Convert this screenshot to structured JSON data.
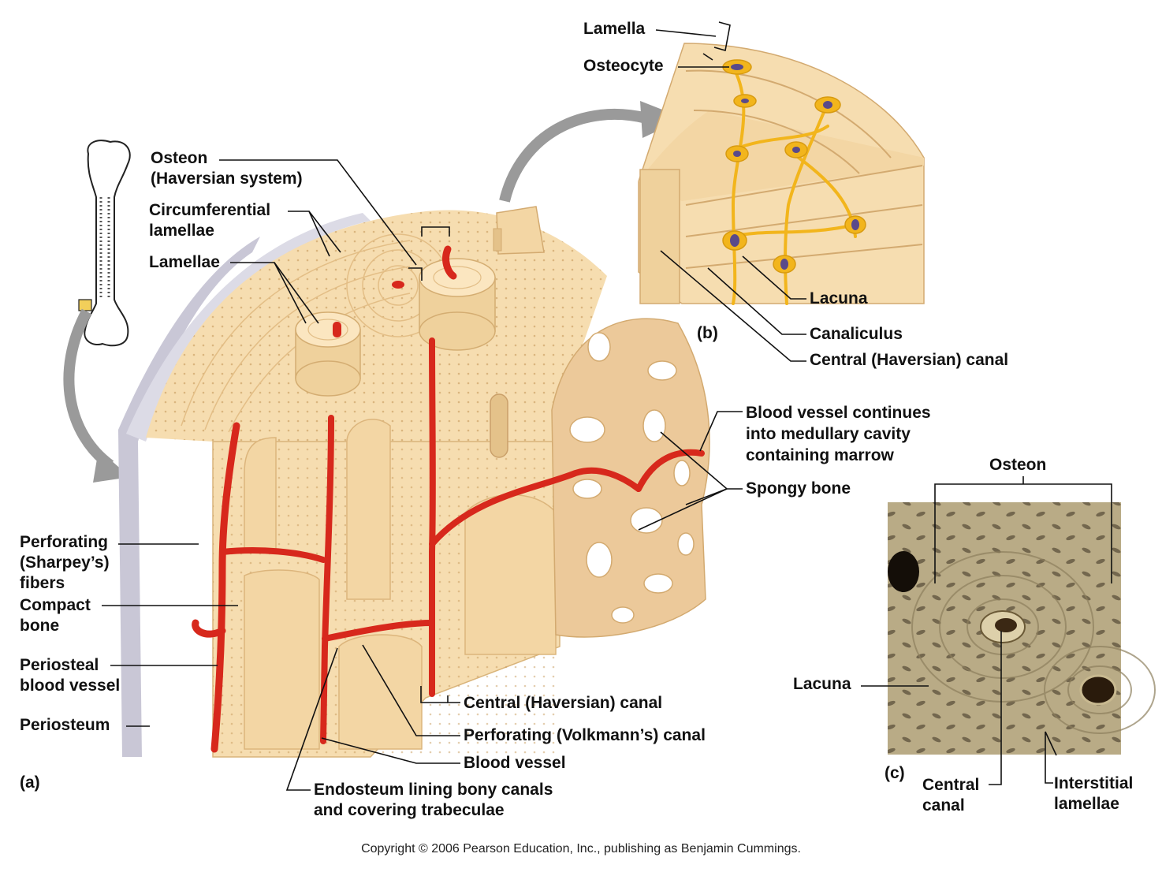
{
  "labels": {
    "lamella": "Lamella",
    "osteocyte": "Osteocyte",
    "osteon": "Osteon",
    "haversian_system": "(Haversian system)",
    "circumferential": "Circumferential",
    "circ_lamellae": "lamellae",
    "lamellae": "Lamellae",
    "lacuna_b": "Lacuna",
    "canaliculus": "Canaliculus",
    "central_canal_b": "Central (Haversian) canal",
    "panel_b": "(b)",
    "bv_line1": "Blood vessel continues",
    "bv_line2": "into medullary cavity",
    "bv_line3": "containing marrow",
    "spongy_bone": "Spongy bone",
    "osteon_c": "Osteon",
    "perforating1": "Perforating",
    "perforating2": "(Sharpey’s)",
    "perforating3": "fibers",
    "compact1": "Compact",
    "compact2": "bone",
    "periosteal1": "Periosteal",
    "periosteal2": "blood vessel",
    "periosteum": "Periosteum",
    "panel_a": "(a)",
    "central_canal_a": "Central (Haversian) canal",
    "volkmann": "Perforating (Volkmann’s) canal",
    "blood_vessel": "Blood vessel",
    "endosteum1": "Endosteum lining bony canals",
    "endosteum2": "and covering trabeculae",
    "lacuna_c": "Lacuna",
    "panel_c": "(c)",
    "central_c1": "Central",
    "central_c2": "canal",
    "interstitial1": "Interstitial",
    "interstitial2": "lamellae"
  },
  "copyright": "Copyright © 2006 Pearson Education, Inc., publishing as Benjamin Cummings.",
  "colors": {
    "bone": "#f6ddb0",
    "bone_dark": "#e7c48c",
    "vessel": "#d7281c",
    "periosteum": "#c9c7d6",
    "osteocyte": "#f2b51c",
    "micrograph": "#b9ab86"
  }
}
